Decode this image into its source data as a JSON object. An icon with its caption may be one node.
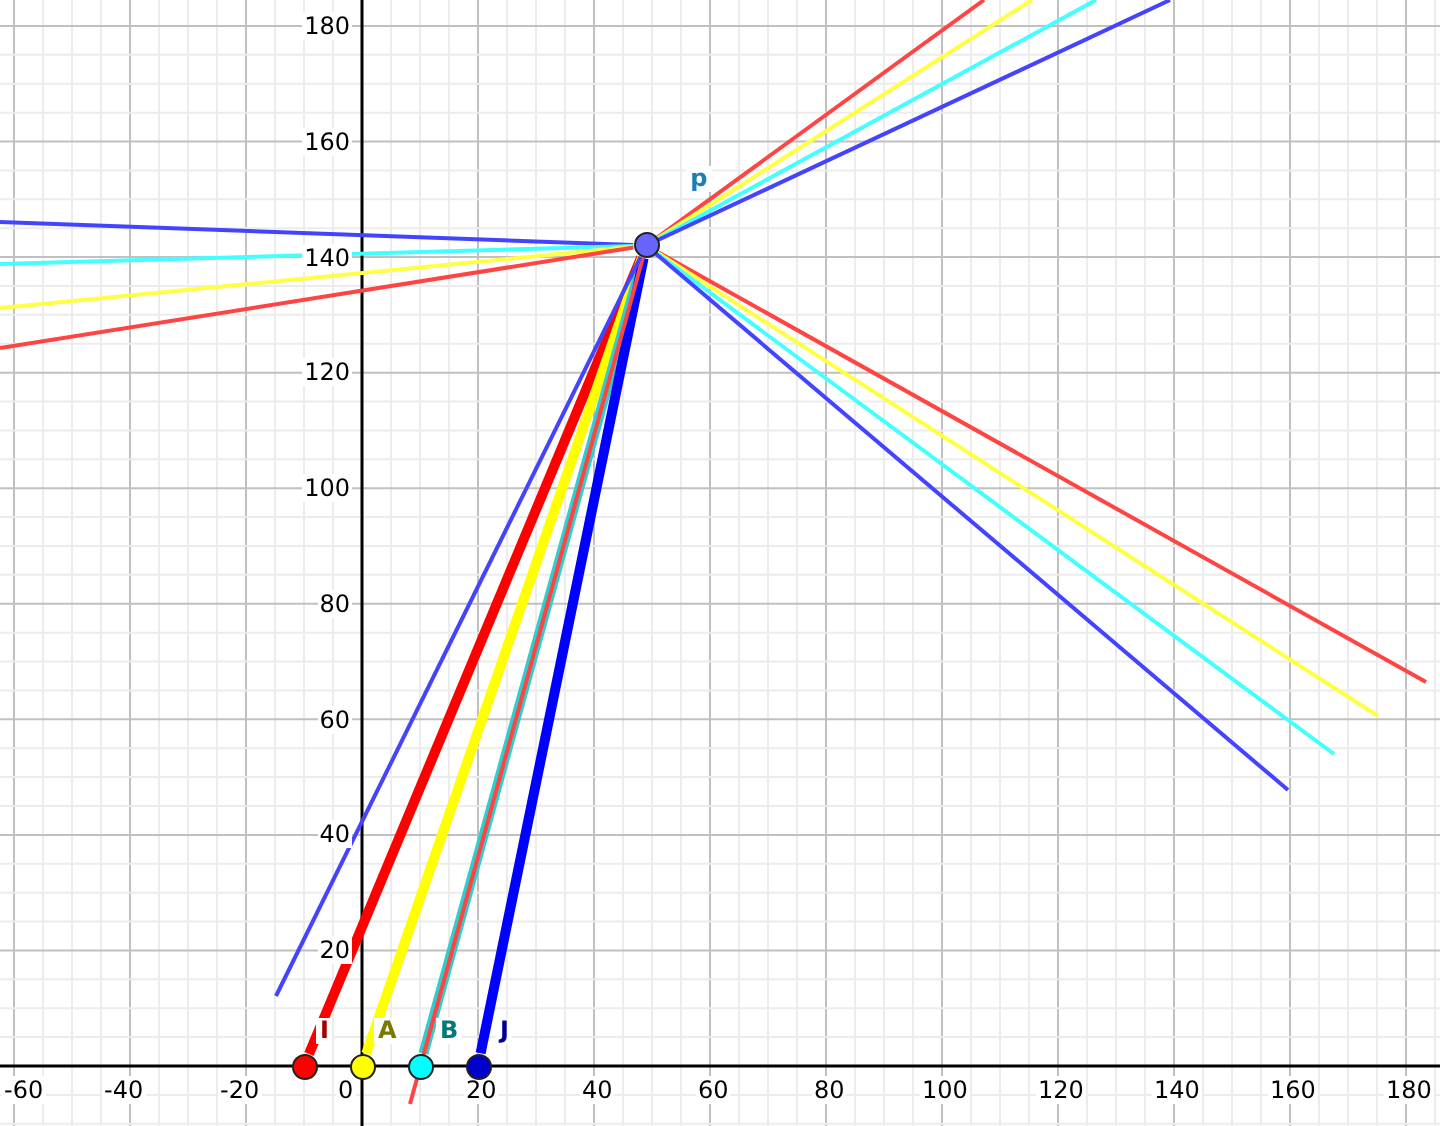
{
  "diagram": {
    "nodes": [
      {
        "text": [
          "p"
        ]
      },
      {
        "text": [
          "I"
        ]
      },
      {
        "text": [
          "A"
        ]
      },
      {
        "text": [
          "B"
        ]
      },
      {
        "text": [
          "J"
        ]
      }
    ],
    "edges": [
      {
        "from": 1,
        "to": 0,
        "arrow": "none",
        "style": "thick",
        "color": "#ff0000"
      },
      {
        "from": 2,
        "to": 0,
        "arrow": "none",
        "style": "thick",
        "color": "#ffff00"
      },
      {
        "from": 3,
        "to": 0,
        "arrow": "none",
        "style": "thick",
        "color": "#33cccc"
      },
      {
        "from": 4,
        "to": 0,
        "arrow": "none",
        "style": "thick",
        "color": "#0000ff"
      },
      {
        "from": null,
        "to": 0,
        "arrow": "none",
        "color": "#ff4444"
      },
      {
        "from": null,
        "to": 0,
        "arrow": "none",
        "color": "#4444ff"
      },
      {
        "from": 0,
        "to": null,
        "arrow": "none",
        "color": "#ff4444"
      },
      {
        "from": 0,
        "to": null,
        "arrow": "none",
        "color": "#ffff44"
      },
      {
        "from": 0,
        "to": null,
        "arrow": "none",
        "color": "#44ffff"
      },
      {
        "from": 0,
        "to": null,
        "arrow": "none",
        "color": "#4444ff"
      },
      {
        "from": 0,
        "to": null,
        "arrow": "none",
        "color": "#4444ff"
      },
      {
        "from": 0,
        "to": null,
        "arrow": "none",
        "color": "#44ffff"
      },
      {
        "from": 0,
        "to": null,
        "arrow": "none",
        "color": "#ffff44"
      },
      {
        "from": 0,
        "to": null,
        "arrow": "none",
        "color": "#ff4444"
      },
      {
        "from": 0,
        "to": null,
        "arrow": "none",
        "color": "#ff4444"
      },
      {
        "from": 0,
        "to": null,
        "arrow": "none",
        "color": "#ffff44"
      },
      {
        "from": 0,
        "to": null,
        "arrow": "none",
        "color": "#44ffff"
      },
      {
        "from": 0,
        "to": null,
        "arrow": "none",
        "color": "#4444ff"
      }
    ],
    "labels": [
      "180",
      "160",
      "140",
      "120",
      "100",
      "80",
      "60",
      "40",
      "20",
      "-60",
      "-40",
      "-20",
      "0",
      "20",
      "40",
      "60",
      "80",
      "100",
      "120",
      "140",
      "160",
      "180"
    ]
  }
}
